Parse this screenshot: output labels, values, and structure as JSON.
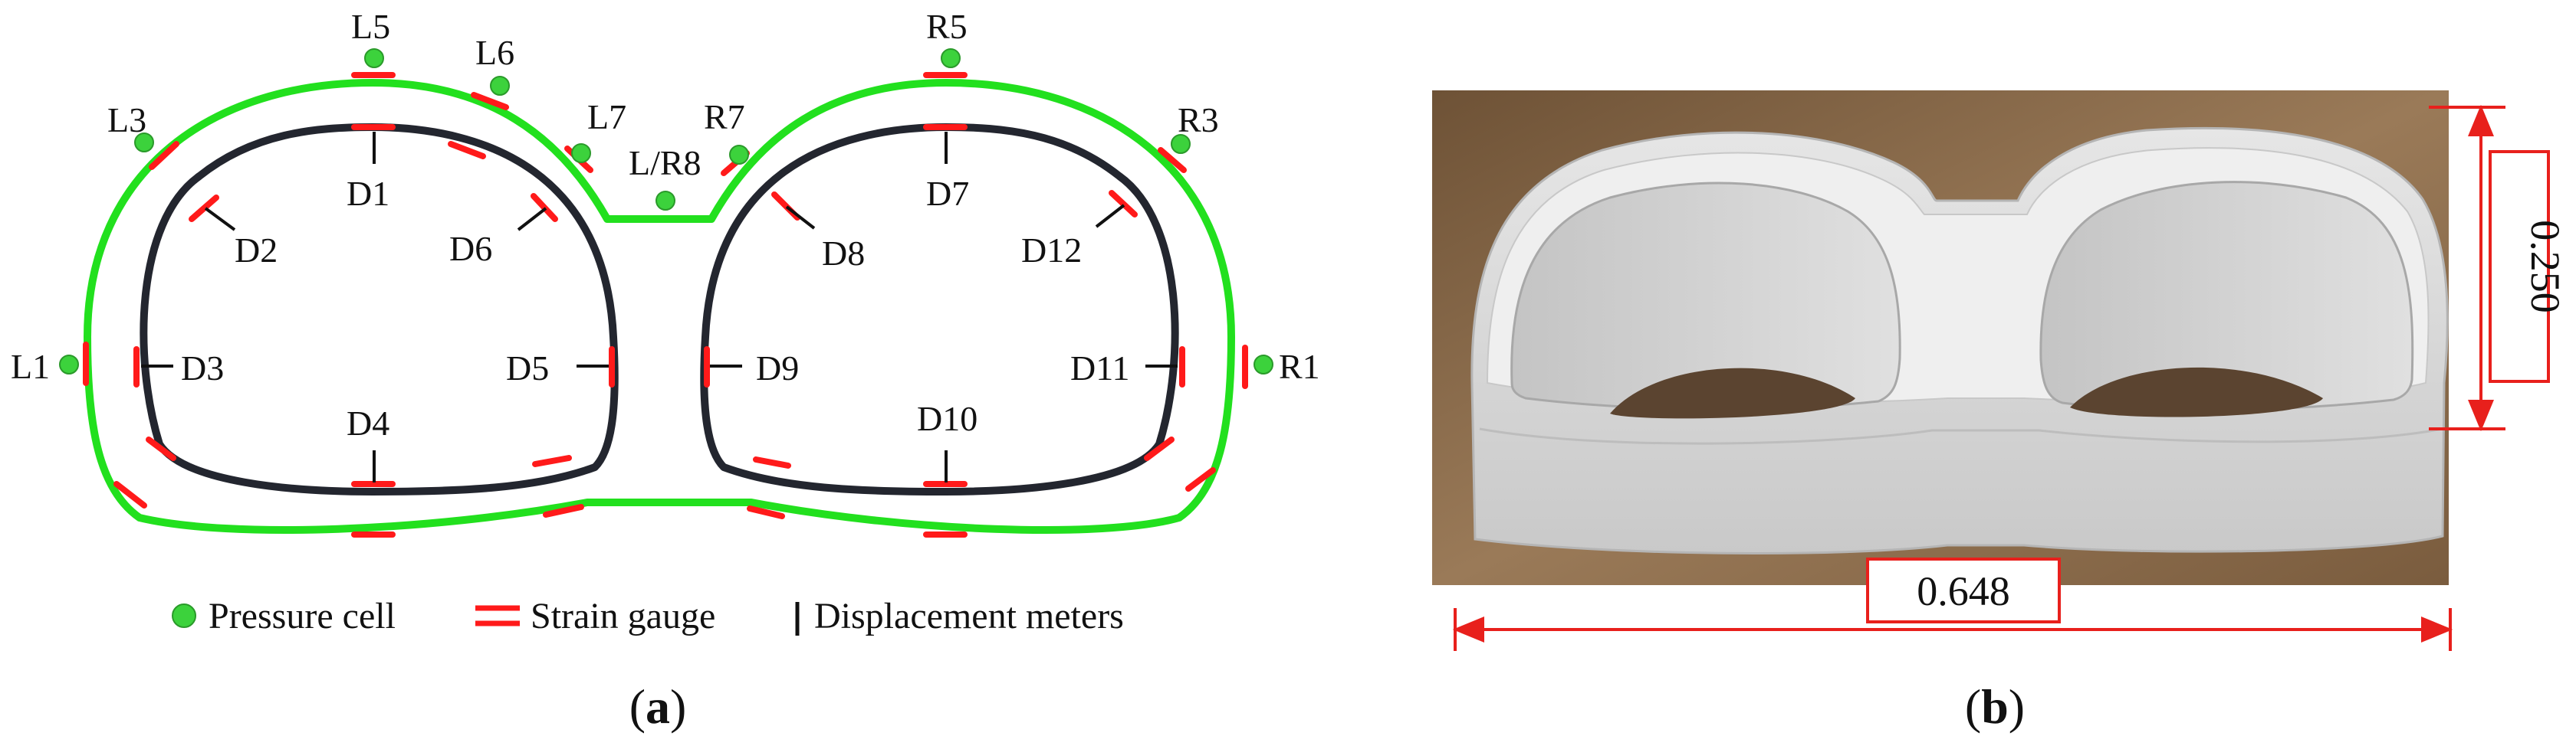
{
  "colors": {
    "lining": "#22e01e",
    "inner": "#23262f",
    "gauge": "#ff1a1a",
    "cell": "#3cd23c",
    "dimension": "#e8201c",
    "model": "#dcdcdc",
    "board": "#8a6a4a"
  },
  "panel_a": {
    "pressure_cells": [
      "L1",
      "L3",
      "L5",
      "L6",
      "L7",
      "L/R8",
      "R7",
      "R5",
      "R3",
      "R1"
    ],
    "displacement_meters": [
      "D1",
      "D2",
      "D3",
      "D4",
      "D5",
      "D6",
      "D7",
      "D8",
      "D9",
      "D10",
      "D11",
      "D12"
    ],
    "legend": {
      "pressure_cell": "Pressure cell",
      "strain_gauge": "Strain gauge",
      "displacement_meters": "Displacement meters"
    },
    "caption_open": "(",
    "caption_letter": "a",
    "caption_close": ")"
  },
  "panel_b": {
    "height_label": "0.250",
    "width_label": "0.648",
    "caption_open": "(",
    "caption_letter": "b",
    "caption_close": ")"
  }
}
